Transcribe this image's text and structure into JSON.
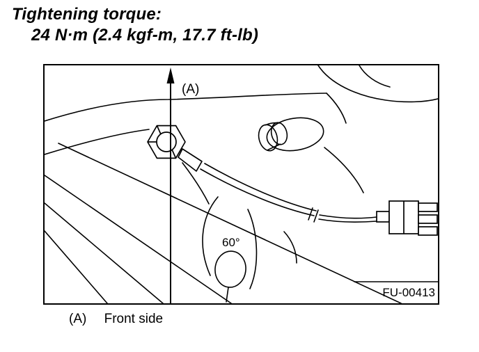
{
  "page": {
    "title_line1": "Tightening torque:",
    "title_line2": "24 N·m (2.4 kgf-m, 17.7 ft-lb)"
  },
  "figure": {
    "label_a": "(A)",
    "angle_label": "60°",
    "figure_id": "FU-00413"
  },
  "caption": {
    "key": "(A)",
    "text": "Front side"
  },
  "colors": {
    "line": "#000000",
    "background": "#ffffff"
  }
}
